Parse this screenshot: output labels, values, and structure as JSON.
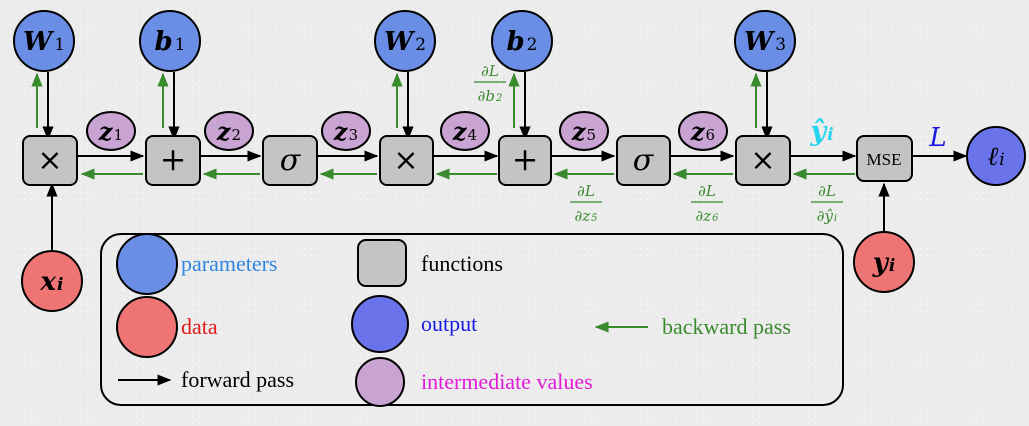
{
  "colors": {
    "parameter": "#6a8ee6",
    "data": "#ef7474",
    "function": "#c4c4c4",
    "output": "#6a73ea",
    "intermediate": "#c9a4d3",
    "forward": "#000000",
    "backward": "#3a8a2e",
    "yhat": "#26d4f0",
    "L": "#1919e0"
  },
  "nodes": {
    "W1": {
      "base": "W",
      "sub": "1"
    },
    "b1": {
      "base": "b",
      "sub": "1"
    },
    "W2": {
      "base": "W",
      "sub": "2"
    },
    "b2": {
      "base": "b",
      "sub": "2"
    },
    "W3": {
      "base": "W",
      "sub": "3"
    },
    "xi": {
      "base": "x",
      "sub": "i"
    },
    "yi": {
      "base": "y",
      "sub": "i"
    },
    "li": {
      "base": "ℓ",
      "sub": "i"
    }
  },
  "functions": {
    "mul1": "×",
    "add1": "+",
    "sig1": "σ",
    "mul2": "×",
    "add2": "+",
    "sig2": "σ",
    "mul3": "×",
    "mse": "MSE"
  },
  "intermediates": {
    "z1": {
      "base": "z",
      "sub": "1"
    },
    "z2": {
      "base": "z",
      "sub": "2"
    },
    "z3": {
      "base": "z",
      "sub": "3"
    },
    "z4": {
      "base": "z",
      "sub": "4"
    },
    "z5": {
      "base": "z",
      "sub": "5"
    },
    "z6": {
      "base": "z",
      "sub": "6"
    }
  },
  "edge_labels": {
    "yhat": {
      "base": "ŷ",
      "sub": "i"
    },
    "L": "L"
  },
  "gradients": {
    "b2": {
      "num": "∂L",
      "den_base": "∂b",
      "den_sub": "2"
    },
    "z5": {
      "num": "∂L",
      "den_base": "∂z",
      "den_sub": "5"
    },
    "z6": {
      "num": "∂L",
      "den_base": "∂z",
      "den_sub": "6"
    },
    "yhat": {
      "num": "∂L",
      "den_base": "∂ŷ",
      "den_sub": "i"
    }
  },
  "legend": {
    "parameters": "parameters",
    "functions": "functions",
    "data": "data",
    "output": "output",
    "backward": "backward pass",
    "forward": "forward pass",
    "intermediate": "intermediate values"
  }
}
